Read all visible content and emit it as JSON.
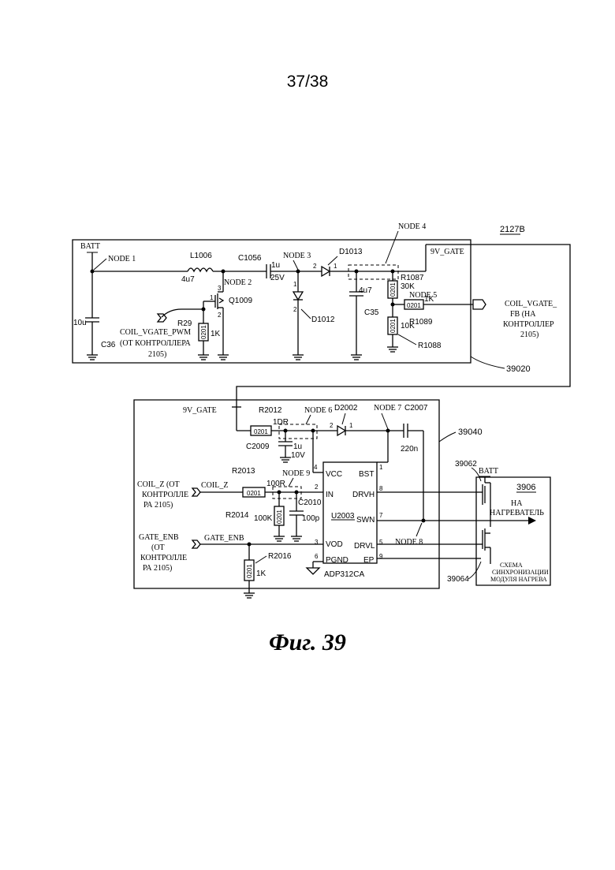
{
  "page": {
    "number": "37/38",
    "caption": "Фиг. 39"
  },
  "block_top": {
    "ref": "2127B",
    "outline_ref": "39020",
    "labels": {
      "batt": "BATT",
      "node1": "NODE 1",
      "node2": "NODE 2",
      "node3": "NODE 3",
      "node4": "NODE 4",
      "node5": "NODE 5",
      "gate9v": "9V_GATE",
      "l1006": "L1006",
      "l1006_val": "4u7",
      "c1056": "C1056",
      "c1056_val1": "1u",
      "c1056_val2": "25V",
      "d1013": "D1013",
      "d1012": "D1012",
      "c35": "C35",
      "c35_val": "4u7",
      "c36": "C36",
      "c36_val": "10u",
      "q1009": "Q1009",
      "r29": "R29",
      "r29_pkg": "0201",
      "r29_val": "1K",
      "r1087": "R1087",
      "r1087_pkg": "0201",
      "r1087_val": "30K",
      "r1088": "R1088",
      "r1088_pkg": "0201",
      "r1088_val": "10K",
      "r1089": "R1089",
      "r1089_pkg": "0201",
      "r1089_val": "1K",
      "pin1": "1",
      "pin2": "2",
      "pin3": "3",
      "pwm1": "COIL_VGATE_PWM",
      "pwm2": "(ОТ КОНТРОЛЛЕРА",
      "pwm3": "2105)",
      "fb1": "COIL_VGATE_",
      "fb2": "FB (НА",
      "fb3": "КОНТРОЛЛЕР",
      "fb4": "2105)"
    }
  },
  "block_bottom": {
    "outline_ref": "39040",
    "labels": {
      "gate9v": "9V_GATE",
      "node6": "NODE 6",
      "node7": "NODE 7",
      "node8": "NODE 8",
      "node9": "NODE 9",
      "r2012": "R2012",
      "r2012_pkg": "0201",
      "r2012_val": "1DR",
      "d2002": "D2002",
      "c2007": "C2007",
      "c2007_val": "220n",
      "c2009": "C2009",
      "c2009_val1": "1u",
      "c2009_val2": "10V",
      "r2013": "R2013",
      "r2013_pkg": "0201",
      "r2013_val": "100R",
      "c2010": "C2010",
      "c2010_val": "100p",
      "r2014": "R2014",
      "r2014_pkg": "0201",
      "r2014_val": "100K",
      "r2016": "R2016",
      "r2016_pkg": "0201",
      "r2016_val": "1K",
      "coilz_net": "COIL_Z",
      "coilz1": "COIL_Z (ОТ",
      "coilz2": "КОНТРОЛЛЕ",
      "coilz3": "РА 2105)",
      "gate_net": "GATE_ENB",
      "gate1": "GATE_ENB",
      "gate2": "(ОТ",
      "gate3": "КОНТРОЛЛЕ",
      "gate4": "РА 2105)",
      "ic_ref": "U2003",
      "ic_part": "ADP312CA",
      "pin_vcc": "VCC",
      "pin_in": "IN",
      "pin_vod": "VOD",
      "pin_pgnd": "PGND",
      "pin_bst": "BST",
      "pin_drvh": "DRVH",
      "pin_swn": "SWN",
      "pin_drvl": "DRVL",
      "pin_ep": "EP",
      "n4": "4",
      "n2": "2",
      "n3": "3",
      "n6": "6",
      "n1": "1",
      "n8": "8",
      "n7": "7",
      "n5": "5",
      "n9": "9",
      "d_a": "2",
      "d_k": "1"
    }
  },
  "block_heater": {
    "ref": "3906",
    "batt": "BATT",
    "fet_top": "39062",
    "fet_bot": "39064",
    "to1": "НА",
    "to2": "НАГРЕВАТЕЛЬ",
    "sync1": "СХЕМА",
    "sync2": "СИНХРОНИЗАЦИИ",
    "sync3": "МОДУЛЯ НАГРЕВА"
  }
}
